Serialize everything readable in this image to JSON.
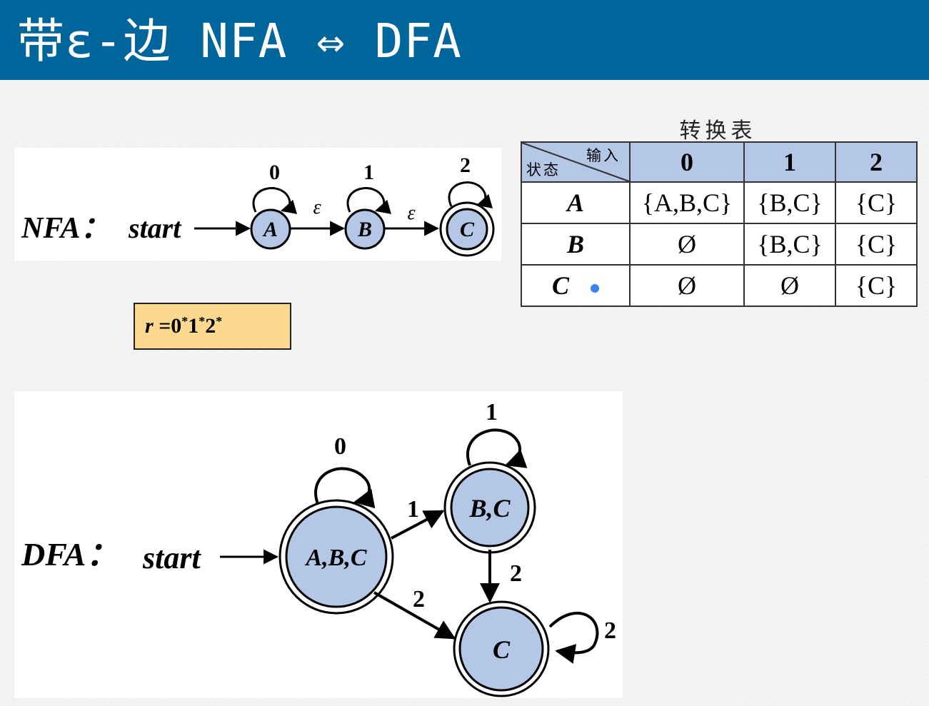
{
  "title": "带ε-边 NFA ⇔ DFA",
  "nfa": {
    "label": "NFA：",
    "start": "start",
    "states": [
      "A",
      "B",
      "C"
    ],
    "loops": [
      "0",
      "1",
      "2"
    ],
    "edges": [
      "ε",
      "ε"
    ]
  },
  "regex": {
    "r": "r",
    "eq": " =0",
    "s1": "*",
    "one": "1",
    "s2": "*",
    "two": "2",
    "s3": "*"
  },
  "table": {
    "caption": "转换表",
    "header_input": "输入",
    "header_state": "状态",
    "columns": [
      "0",
      "1",
      "2"
    ],
    "rows": [
      {
        "state": "A",
        "cells": [
          "{A,B,C}",
          "{B,C}",
          "{C}"
        ]
      },
      {
        "state": "B",
        "cells": [
          "Ø",
          "{B,C}",
          "{C}"
        ]
      },
      {
        "state": "C",
        "cells": [
          "Ø",
          "Ø",
          "{C}"
        ]
      }
    ]
  },
  "dfa": {
    "label": "DFA：",
    "start": "start",
    "states": [
      "A,B,C",
      "B,C",
      "C"
    ],
    "loop_labels": [
      "0",
      "1",
      "2"
    ],
    "edge_labels": [
      "1",
      "2",
      "2"
    ]
  },
  "colors": {
    "title_bar": "#00659b",
    "state_fill": "#b4c7e7",
    "regex_bg": "#fcd98f",
    "header_bg": "#b4c7e7"
  }
}
